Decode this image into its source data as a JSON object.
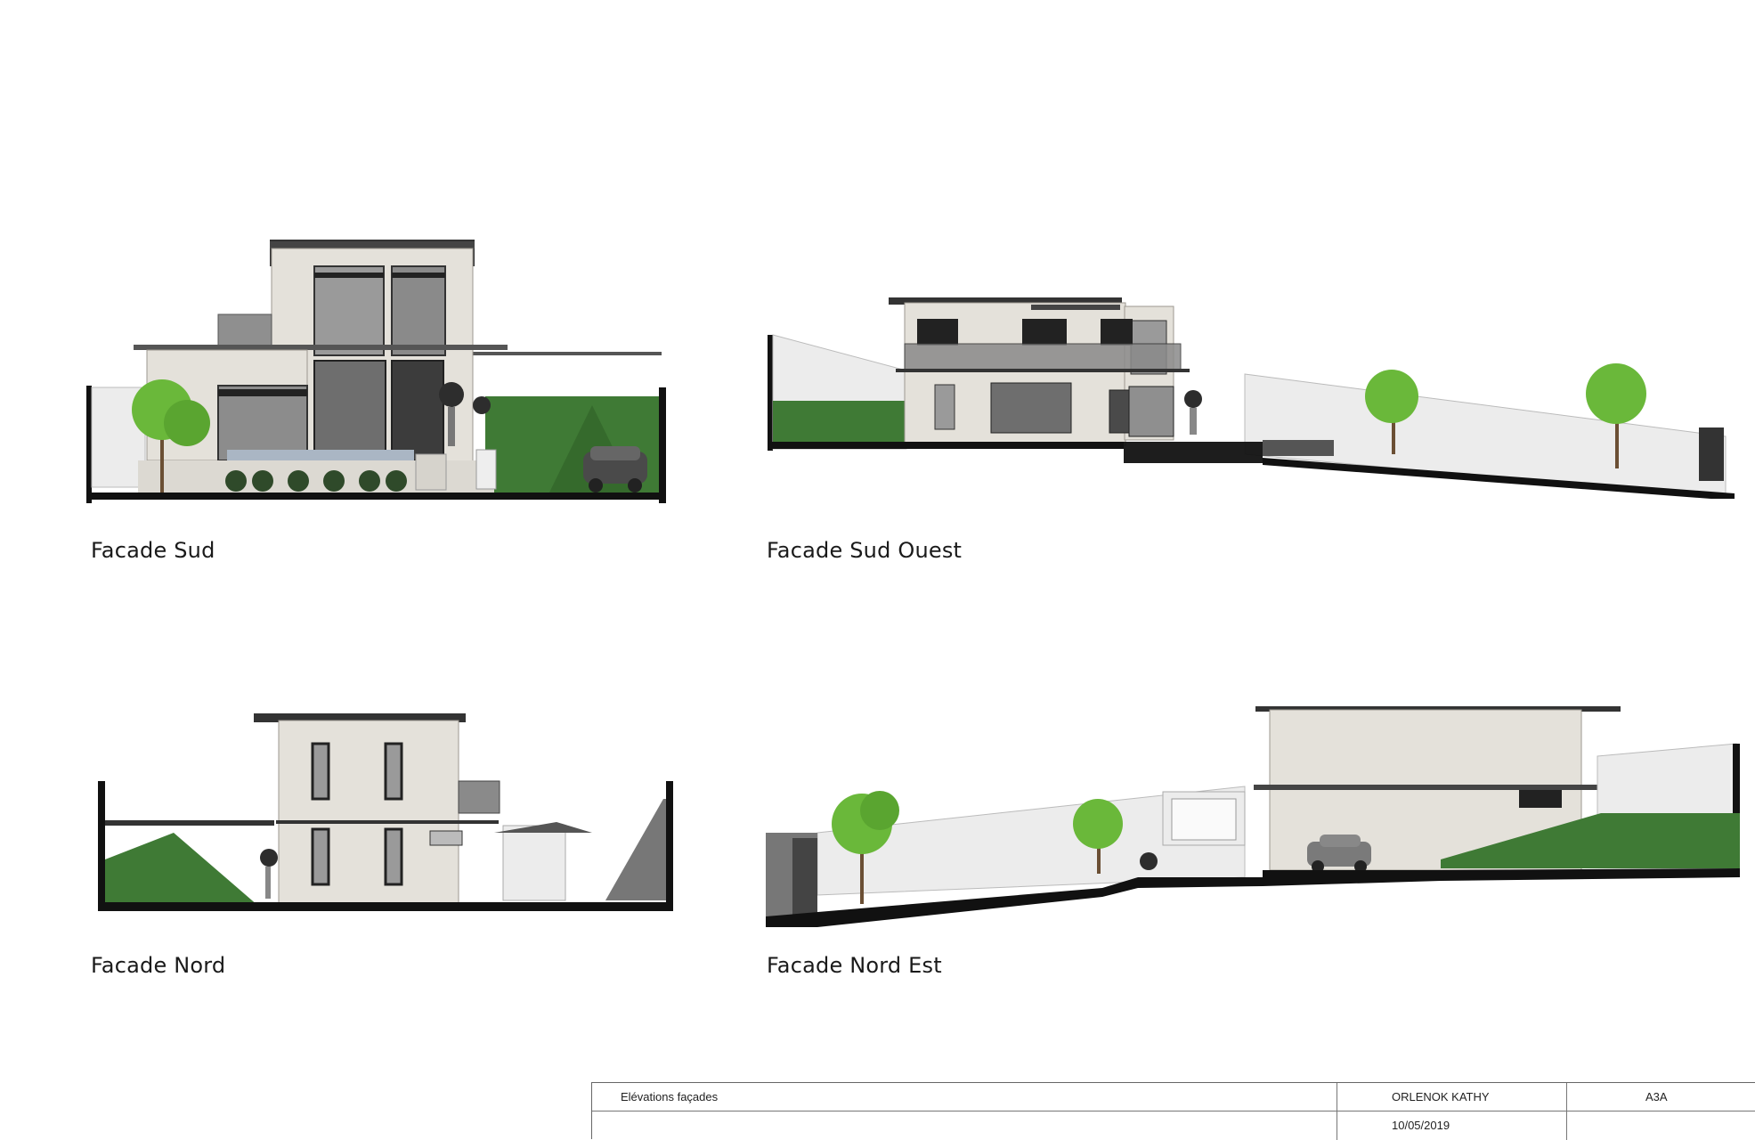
{
  "elevations": [
    {
      "label": "Facade Sud"
    },
    {
      "label": "Facade Sud Ouest"
    },
    {
      "label": "Facade Nord"
    },
    {
      "label": "Facade Nord Est"
    }
  ],
  "title_block": {
    "drawing_title": "Elévations façades",
    "author": "ORLENOK KATHY",
    "sheet": "A3A",
    "date": "10/05/2019"
  },
  "colors": {
    "wall": "#e4e1da",
    "wall_shade": "#cfcbc3",
    "glass": "#9a9a9a",
    "lawn": "#3f7a35",
    "tree": "#6ab83a",
    "ground": "#111111",
    "fence": "#ececec"
  }
}
